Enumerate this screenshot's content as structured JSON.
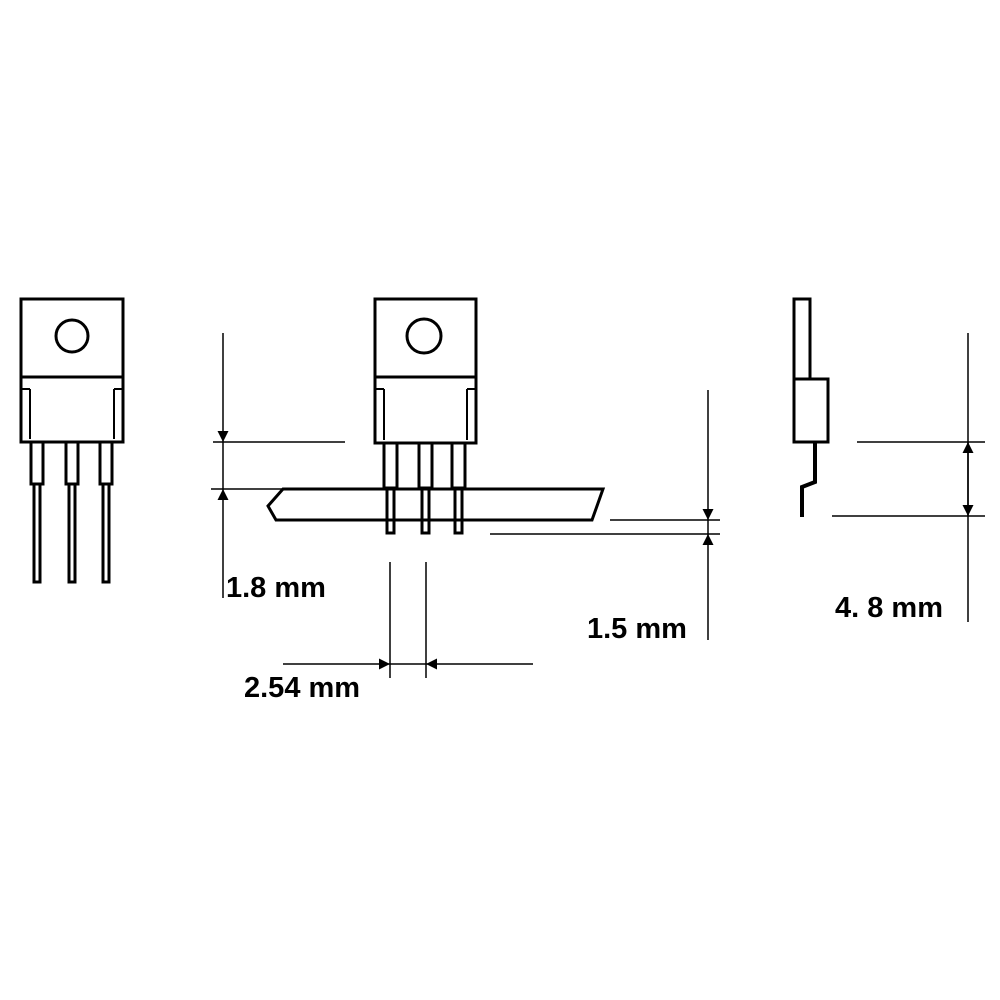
{
  "dimensions": {
    "lead_offset": "1.8 mm",
    "board_offset": "1.5 mm",
    "pin_pitch": "2.54 mm",
    "bend_height": "4. 8 mm"
  },
  "colors": {
    "ink": "#000000",
    "background": "#ffffff"
  }
}
